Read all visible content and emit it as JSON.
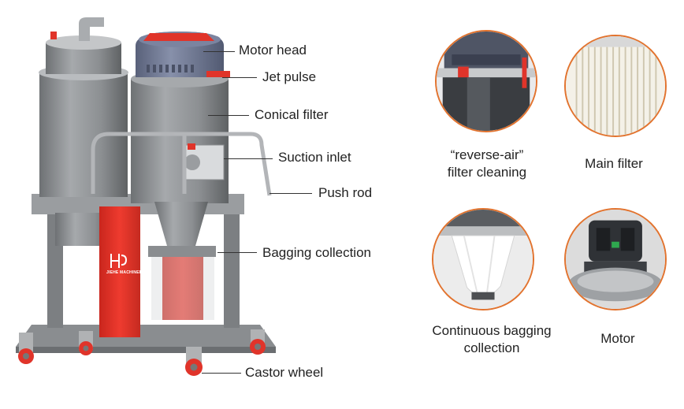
{
  "colors": {
    "accent_orange": "#e2732e",
    "machine_red": "#e0342a",
    "machine_grey": "#8a8d90",
    "motor_head_blue": "#6f7891"
  },
  "machine": {
    "brand_text": "JIEHE MACHINERY",
    "callouts": [
      {
        "id": "motor-head",
        "label": "Motor head"
      },
      {
        "id": "jet-pulse",
        "label": "Jet pulse"
      },
      {
        "id": "conical-filter",
        "label": "Conical filter"
      },
      {
        "id": "suction-inlet",
        "label": "Suction inlet"
      },
      {
        "id": "push-rod",
        "label": "Push rod"
      },
      {
        "id": "bagging-collection",
        "label": "Bagging collection"
      },
      {
        "id": "castor-wheel",
        "label": "Castor wheel"
      }
    ]
  },
  "features": [
    {
      "id": "reverse-air",
      "caption_line1": "“reverse-air”",
      "caption_line2": "filter cleaning"
    },
    {
      "id": "main-filter",
      "caption_line1": "Main filter",
      "caption_line2": ""
    },
    {
      "id": "continuous-bagging",
      "caption_line1": "Continuous bagging",
      "caption_line2": "collection"
    },
    {
      "id": "motor",
      "caption_line1": "Motor",
      "caption_line2": ""
    }
  ]
}
